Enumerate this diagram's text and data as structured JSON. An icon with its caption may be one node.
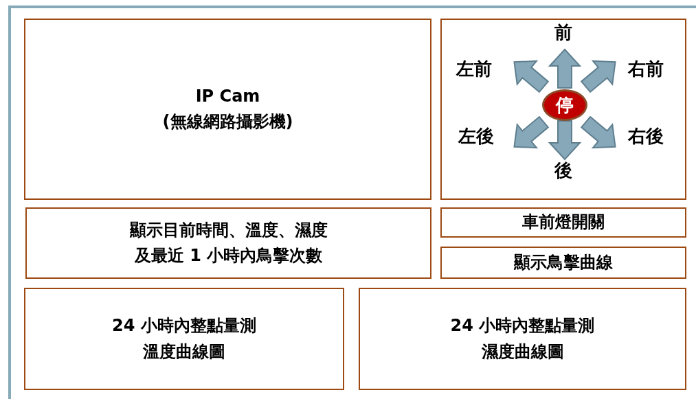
{
  "diagram": {
    "nodes": [
      {
        "text": [],
        "shape": "box"
      },
      {
        "text": [
          "IP Cam",
          "(無線網路攝影機)"
        ],
        "in": 0
      },
      {
        "text": [],
        "shape": "box",
        "in": 0
      },
      {
        "text": [
          "停"
        ],
        "in": 2
      },
      {
        "text": [
          "顯示目前時間、溫度、濕度及最近 1 小時內鳥擊次數"
        ],
        "in": 0
      },
      {
        "text": [
          "車前燈開關"
        ],
        "in": 0
      },
      {
        "text": [
          "顯示鳥擊曲線"
        ],
        "in": 0
      },
      {
        "text": [
          "24 小時內整點量測溫度曲線圖"
        ],
        "in": 0
      },
      {
        "text": [
          "24 小時內整點量測濕度曲線圖"
        ],
        "in": 0
      }
    ],
    "labels": [
      "前",
      "左前",
      "右前",
      "左後",
      "右後",
      "後"
    ]
  }
}
